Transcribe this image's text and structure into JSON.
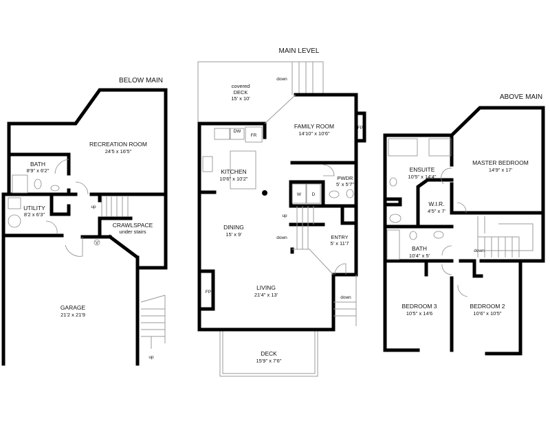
{
  "levels": {
    "below_main": {
      "title": "BELOW MAIN",
      "rooms": [
        {
          "name": "RECREATION ROOM",
          "size": "24'5 x 16'5\""
        },
        {
          "name": "BATH",
          "size": "8'9\" x 6'2\""
        },
        {
          "name": "UTILITY",
          "size": "8'2 x 6'3\""
        },
        {
          "name": "CRAWLSPACE",
          "size": "under stairs"
        },
        {
          "name": "GARAGE",
          "size": "21'2 x 21'9"
        }
      ],
      "stairs": [
        "up",
        "up"
      ],
      "valve_label": "V"
    },
    "main_level": {
      "title": "MAIN LEVEL",
      "rooms": [
        {
          "name": "covered\nDECK",
          "line1": "covered",
          "line2": "DECK",
          "size": "15' x 10'"
        },
        {
          "name": "FAMILY ROOM",
          "size": "14'10\" x 10'6\""
        },
        {
          "name": "KITCHEN",
          "size": "10'6\" x 10'2\""
        },
        {
          "name": "PWDR",
          "size": "5' x 5'7\""
        },
        {
          "name": "DINING",
          "size": "15' x 9'"
        },
        {
          "name": "ENTRY",
          "size": "5' x 11'7"
        },
        {
          "name": "LIVING",
          "size": "21'4\" x 13'"
        },
        {
          "name": "DECK",
          "size": "15'9\" x 7'6\""
        }
      ],
      "fixtures": {
        "dishwasher": "DW",
        "fridge": "FR",
        "washer": "W",
        "dryer": "D",
        "fireplace": "FP"
      },
      "stairs": [
        "down",
        "up",
        "down",
        "down"
      ]
    },
    "above_main": {
      "title": "ABOVE MAIN",
      "rooms": [
        {
          "name": "ENSUITE",
          "size": "10'5\" x 14'4\""
        },
        {
          "name": "MASTER BEDROOM",
          "size": "14'9\" x 17'"
        },
        {
          "name": "W.I.R.",
          "size": "4'5\" x 7'"
        },
        {
          "name": "BATH",
          "size": "10'4\" x 5'"
        },
        {
          "name": "BEDROOM 3",
          "size": "10'5\" x 14'6"
        },
        {
          "name": "BEDROOM 2",
          "size": "10'6\" x 10'5\""
        }
      ],
      "stairs": [
        "down"
      ]
    }
  }
}
